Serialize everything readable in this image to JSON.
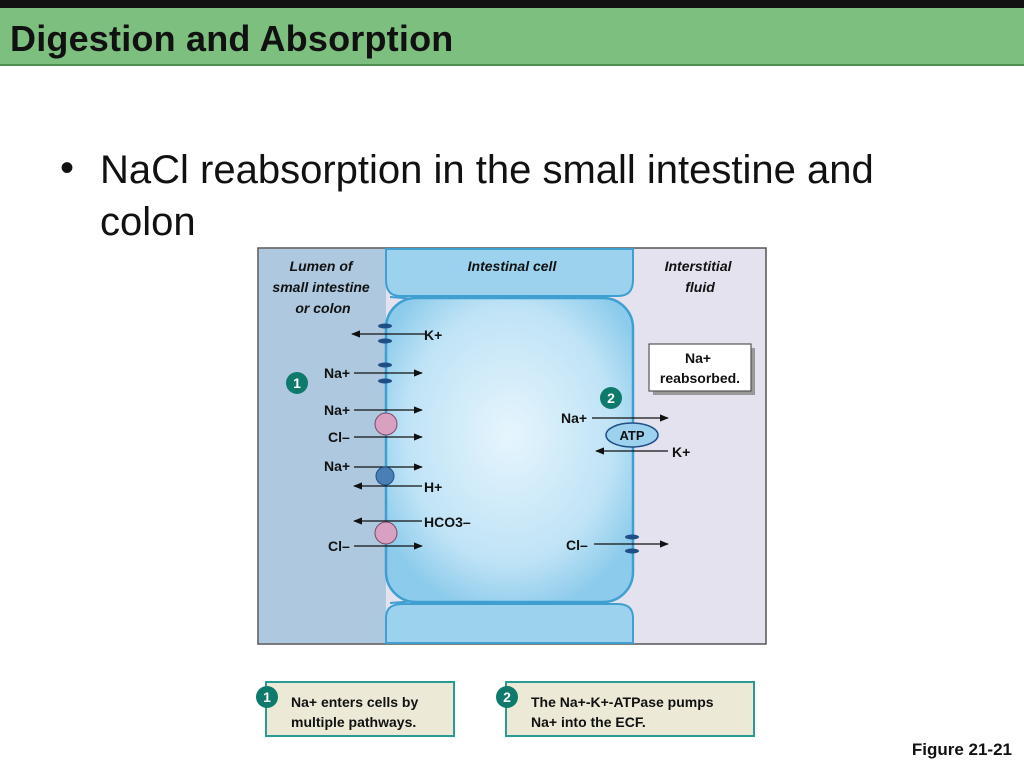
{
  "header": {
    "title": "Digestion and Absorption"
  },
  "bullet": {
    "symbol": "•",
    "text": "NaCl reabsorption in the small intestine and colon"
  },
  "diagram": {
    "lumen_label": [
      "Lumen of",
      "small intestine",
      "or colon"
    ],
    "cell_label": "Intestinal cell",
    "interstitial_label": [
      "Interstitial",
      "fluid"
    ],
    "ions": {
      "k_top": "K+",
      "na_1": "Na+",
      "na_2": "Na+",
      "cl_1": "Cl–",
      "na_3": "Na+",
      "h": "H+",
      "hco3": "HCO3–",
      "cl_2": "Cl–",
      "na_pump": "Na+",
      "atp": "ATP",
      "k_pump": "K+",
      "cl_right": "Cl–"
    },
    "callout": [
      "Na+",
      "reabsorbed."
    ],
    "step1": "1",
    "step2": "2"
  },
  "legend": [
    {
      "num": "1",
      "line1": "Na+ enters cells by",
      "line2": "multiple pathways."
    },
    {
      "num": "2",
      "line1": "The Na+-K+-ATPase pumps",
      "line2": "Na+ into the ECF."
    }
  ],
  "figure_label": "Figure 21-21",
  "colors": {
    "title_bar": "#7dbf7e",
    "lumen": "#aec8df",
    "cell": "#9cd2ee",
    "interstitial": "#e4e2ef",
    "symporter": "#d9a1c1",
    "antiporter": "#4a7fb6",
    "step_badge": "#0e7a6b"
  }
}
